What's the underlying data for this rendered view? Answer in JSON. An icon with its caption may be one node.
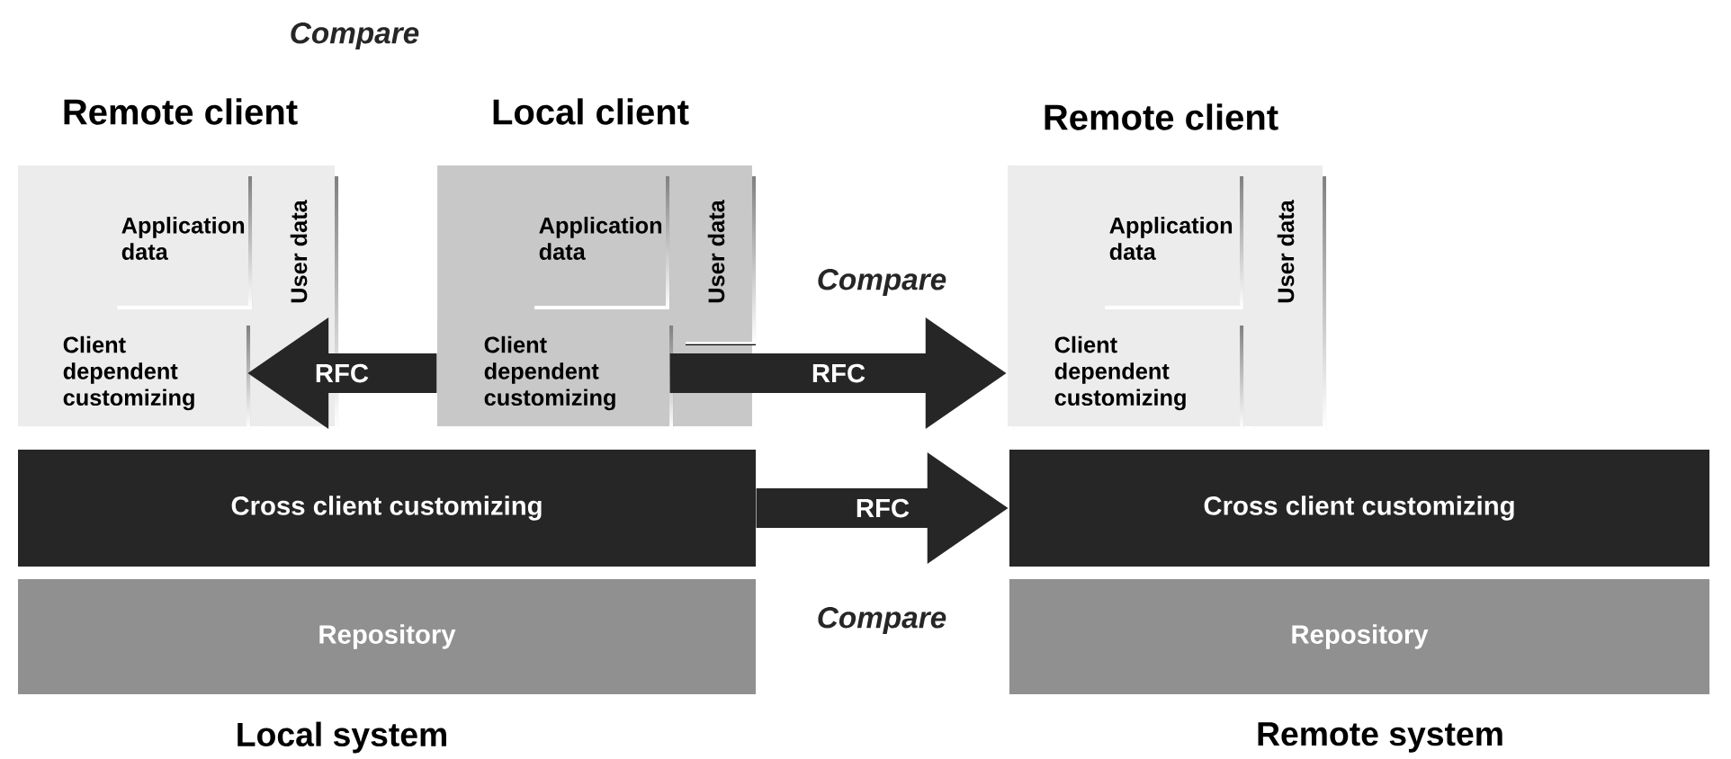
{
  "diagram": {
    "nodes": [
      {
        "text": [
          "Remote client"
        ]
      },
      {
        "text": [
          "Application data"
        ],
        "in": 0
      },
      {
        "text": [
          "User data"
        ],
        "in": 0
      },
      {
        "text": [
          "Client dependent customizing"
        ],
        "in": 0
      },
      {
        "text": [
          "Local client"
        ]
      },
      {
        "text": [
          "Application data"
        ],
        "in": 4
      },
      {
        "text": [
          "User data"
        ],
        "in": 4
      },
      {
        "text": [
          "Client dependent customizing"
        ],
        "in": 4
      },
      {
        "text": [
          "Remote client"
        ]
      },
      {
        "text": [
          "Application data"
        ],
        "in": 8
      },
      {
        "text": [
          "User data"
        ],
        "in": 8
      },
      {
        "text": [
          "Client dependent customizing"
        ],
        "in": 8
      },
      {
        "text": [
          "Cross client customizing"
        ]
      },
      {
        "text": [
          "Repository"
        ],
        "beside": [
          "Local system"
        ]
      },
      {
        "text": [
          "Cross client customizing"
        ]
      },
      {
        "text": [
          "Repository"
        ],
        "beside": [
          "Remote system"
        ]
      }
    ],
    "edges": [
      {
        "from": 7,
        "to": 3,
        "arrow": "to",
        "label": "RFC"
      },
      {
        "from": 7,
        "to": 11,
        "arrow": "to",
        "label": "RFC"
      },
      {
        "from": 12,
        "to": 14,
        "arrow": "to",
        "label": "RFC"
      }
    ],
    "labels": [
      "Compare",
      "Compare",
      "Compare"
    ]
  }
}
